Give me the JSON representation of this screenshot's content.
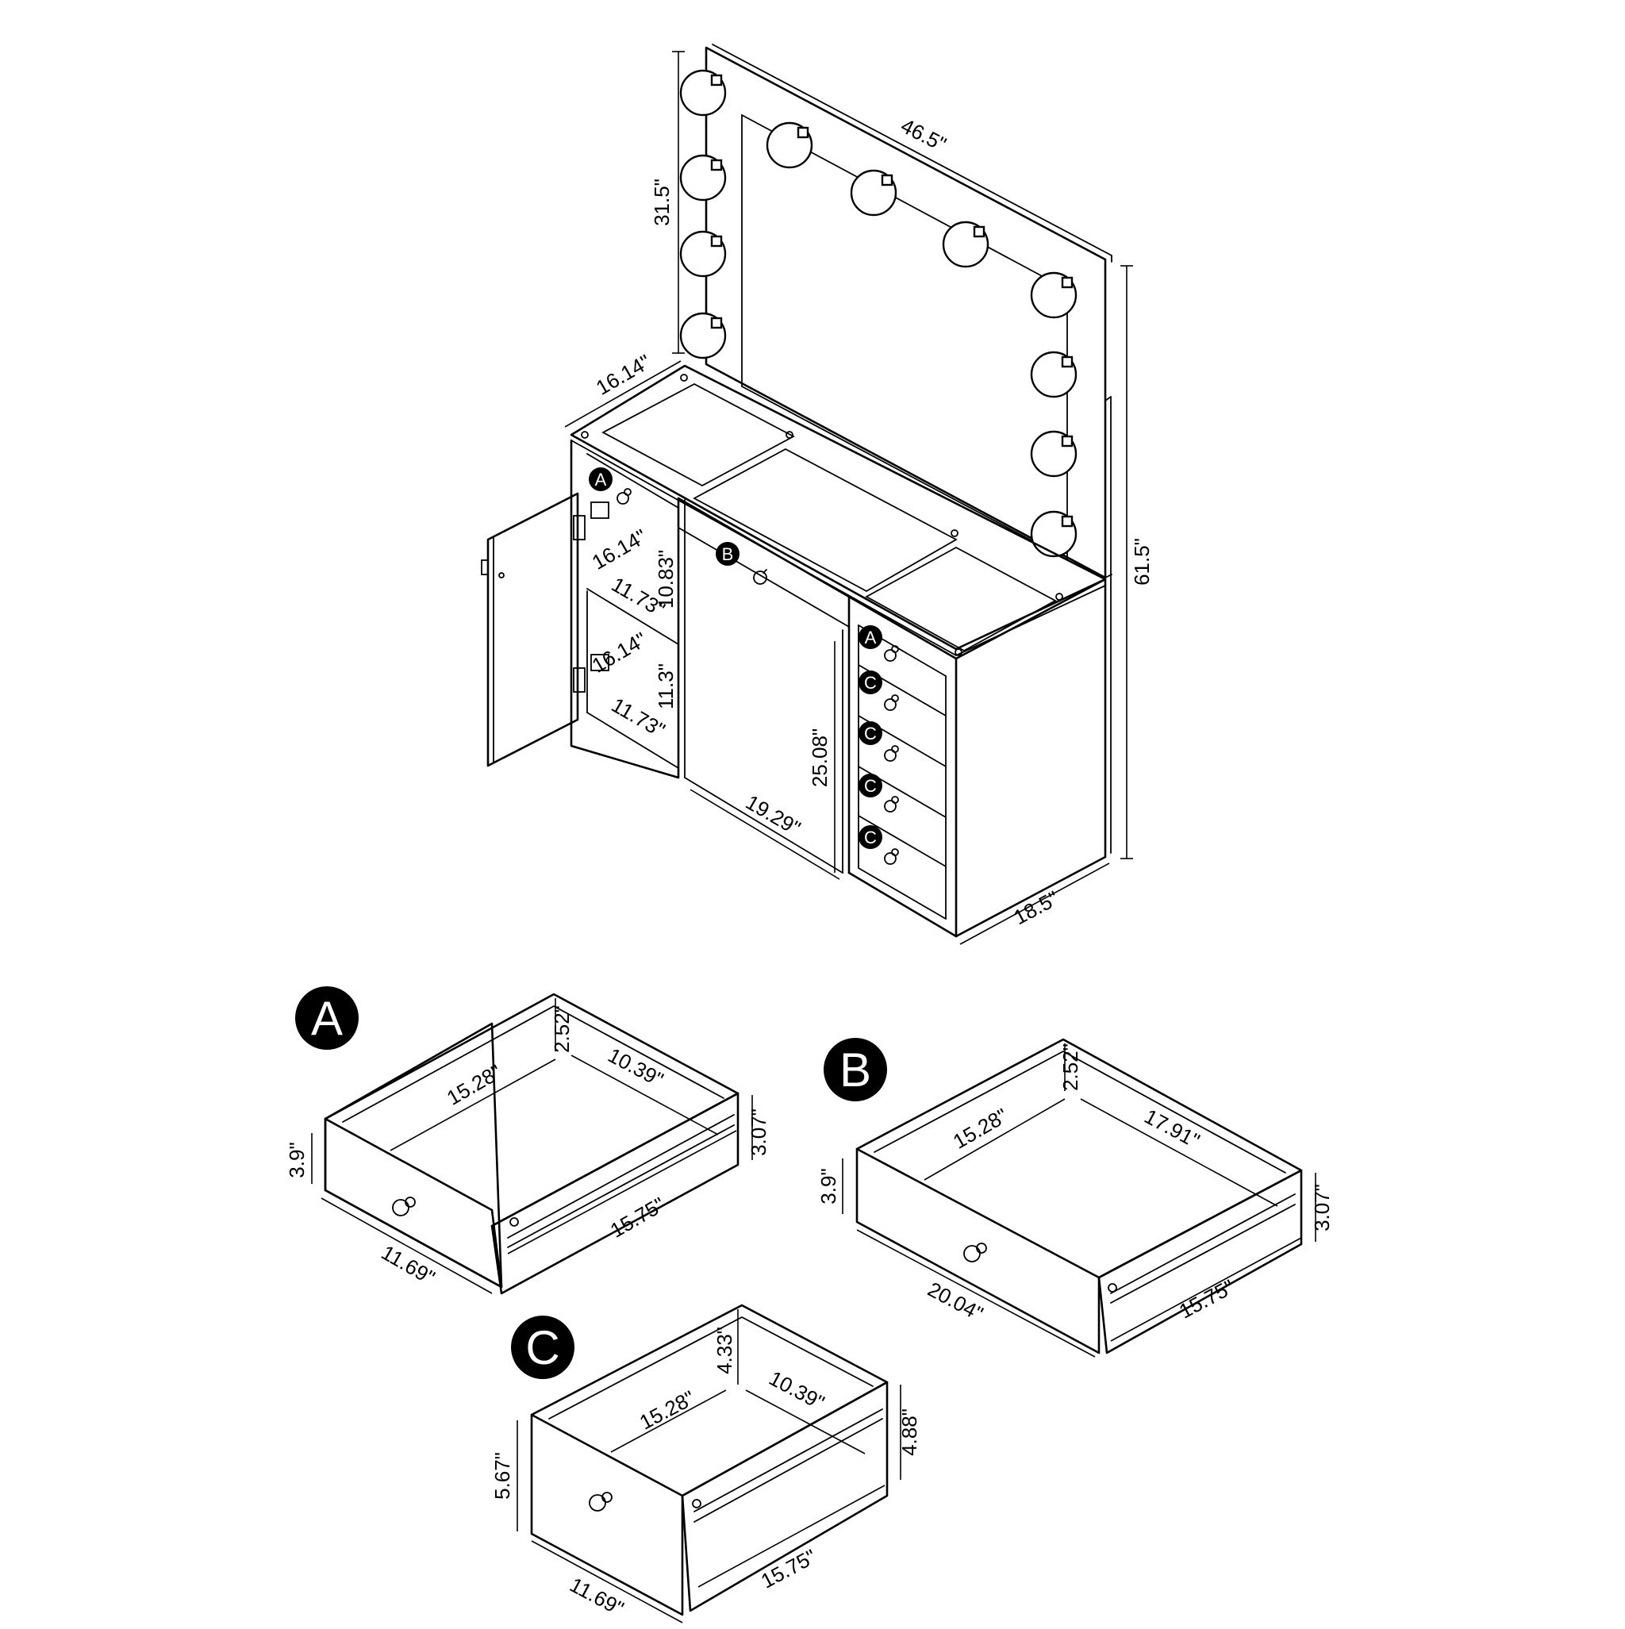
{
  "vanity": {
    "mirror_width": "46.5\"",
    "mirror_height": "31.5\"",
    "overall_height": "61.5\"",
    "top_depth": "16.14\"",
    "base_depth": "18.5\"",
    "knee_width": "19.29\"",
    "knee_height": "25.08\"",
    "upper_shelf_depth": "16.14\"",
    "upper_shelf_width": "11.73\"",
    "upper_shelf_height": "10.83\"",
    "lower_shelf_depth": "16.14\"",
    "lower_shelf_width": "11.73\"",
    "lower_shelf_height": "11.3\"",
    "markers": [
      "A",
      "B",
      "A",
      "C",
      "C",
      "C",
      "C"
    ]
  },
  "drawer_a": {
    "label": "A",
    "inner_depth": "15.28\"",
    "inner_width": "10.39\"",
    "inner_height": "2.52\"",
    "side_height": "3.07\"",
    "front_height": "3.9\"",
    "front_width": "11.69\"",
    "length": "15.75\""
  },
  "drawer_b": {
    "label": "B",
    "inner_depth": "15.28\"",
    "inner_width": "17.91\"",
    "inner_height": "2.52\"",
    "side_height": "3.07\"",
    "front_height": "3.9\"",
    "front_width": "20.04\"",
    "length": "15.75\""
  },
  "drawer_c": {
    "label": "C",
    "inner_depth": "15.28\"",
    "inner_width": "10.39\"",
    "inner_height": "4.33\"",
    "side_height": "4.88\"",
    "front_height": "5.67\"",
    "front_width": "11.69\"",
    "length": "15.75\""
  }
}
